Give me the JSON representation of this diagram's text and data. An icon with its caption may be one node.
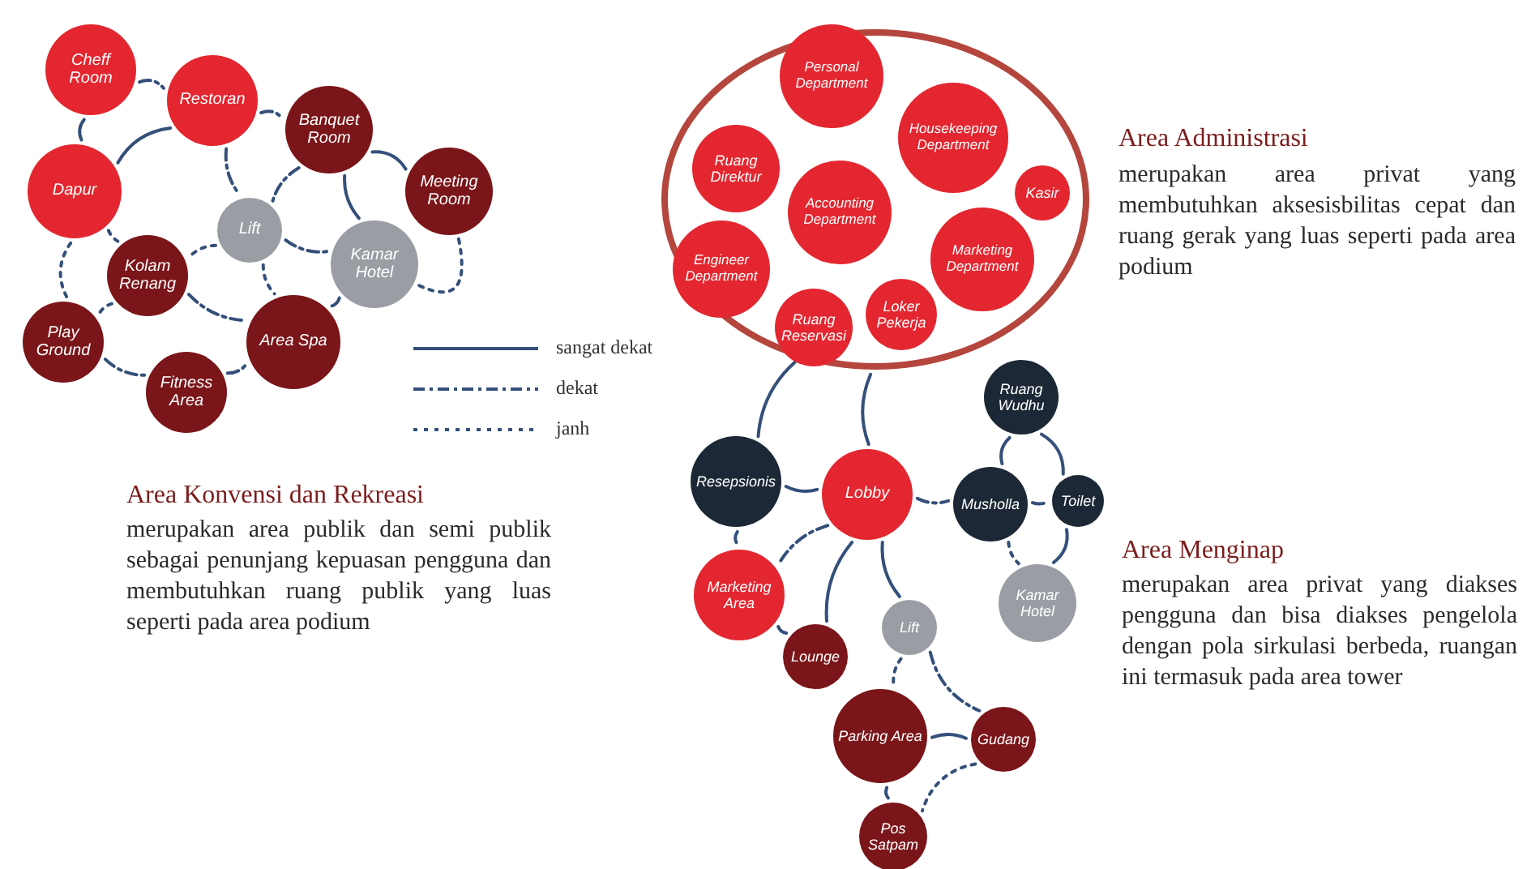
{
  "diagram": {
    "nodes": [
      {
        "text": [
          "Cheff Room"
        ]
      },
      {
        "text": [
          "Restoran"
        ]
      },
      {
        "text": [
          "Banquet Room"
        ]
      },
      {
        "text": [
          "Meeting Room"
        ]
      },
      {
        "text": [
          "Dapur"
        ]
      },
      {
        "text": [
          "Lift"
        ]
      },
      {
        "text": [
          "Kamar Hotel"
        ]
      },
      {
        "text": [
          "Kolam Renang"
        ]
      },
      {
        "text": [
          "Play Ground"
        ]
      },
      {
        "text": [
          "Area Spa"
        ]
      },
      {
        "text": [
          "Fitness Area"
        ]
      },
      {
        "text": [],
        "shape": "ellipse"
      },
      {
        "text": [
          "Personal Department"
        ],
        "in": 11
      },
      {
        "text": [
          "Ruang Direktur"
        ],
        "in": 11
      },
      {
        "text": [
          "Housekeeping Department"
        ],
        "in": 11
      },
      {
        "text": [
          "Accounting Department"
        ],
        "in": 11
      },
      {
        "text": [
          "Kasir"
        ],
        "in": 11
      },
      {
        "text": [
          "Engineer Department"
        ],
        "in": 11
      },
      {
        "text": [
          "Marketing Department"
        ],
        "in": 11
      },
      {
        "text": [
          "Ruang Reservasi"
        ],
        "in": 11
      },
      {
        "text": [
          "Loker Pekerja"
        ],
        "in": 11
      },
      {
        "text": [
          "Ruang Wudhu"
        ]
      },
      {
        "text": [
          "Resepsionis"
        ]
      },
      {
        "text": [
          "Lobby"
        ]
      },
      {
        "text": [
          "Musholla"
        ]
      },
      {
        "text": [
          "Toilet"
        ]
      },
      {
        "text": [
          "Marketing Area"
        ]
      },
      {
        "text": [
          "Kamar Hotel"
        ]
      },
      {
        "text": [
          "Lift"
        ]
      },
      {
        "text": [
          "Lounge"
        ]
      },
      {
        "text": [
          "Parking Area"
        ]
      },
      {
        "text": [
          "Gudang"
        ]
      },
      {
        "text": [
          "Pos Satpam"
        ]
      }
    ],
    "edges": [
      {
        "from": 0,
        "to": 1,
        "arrow": "none",
        "style": "dashed"
      },
      {
        "from": 1,
        "to": 2,
        "arrow": "none",
        "style": "dashed"
      },
      {
        "from": 2,
        "to": 3,
        "arrow": "none"
      },
      {
        "from": 0,
        "to": 4,
        "arrow": "none"
      },
      {
        "from": 1,
        "to": 4,
        "arrow": "none"
      },
      {
        "from": 1,
        "to": 5,
        "arrow": "none",
        "style": "dashed"
      },
      {
        "from": 2,
        "to": 5,
        "arrow": "none",
        "style": "dashed"
      },
      {
        "from": 2,
        "to": 6,
        "arrow": "none"
      },
      {
        "from": 5,
        "to": 6,
        "arrow": "none",
        "style": "dashed"
      },
      {
        "from": 5,
        "to": 7,
        "arrow": "none",
        "style": "dashed"
      },
      {
        "from": 3,
        "to": 6,
        "arrow": "none",
        "style": "dashed"
      },
      {
        "from": 4,
        "to": 8,
        "arrow": "none",
        "style": "dashed"
      },
      {
        "from": 4,
        "to": 7,
        "arrow": "none",
        "style": "dashed"
      },
      {
        "from": 7,
        "to": 8,
        "arrow": "none",
        "style": "dashed"
      },
      {
        "from": 7,
        "to": 9,
        "arrow": "none",
        "style": "dashed"
      },
      {
        "from": 5,
        "to": 9,
        "arrow": "none",
        "style": "dashed"
      },
      {
        "from": 6,
        "to": 9,
        "arrow": "none",
        "style": "dashed"
      },
      {
        "from": 8,
        "to": 10,
        "arrow": "none",
        "style": "dashed"
      },
      {
        "from": 10,
        "to": 9,
        "arrow": "none",
        "style": "dashed"
      },
      {
        "from": 11,
        "to": 22,
        "arrow": "none"
      },
      {
        "from": 11,
        "to": 23,
        "arrow": "none"
      },
      {
        "from": 22,
        "to": 23,
        "arrow": "none"
      },
      {
        "from": 22,
        "to": 26,
        "arrow": "none",
        "style": "dashed"
      },
      {
        "from": 23,
        "to": 26,
        "arrow": "none",
        "style": "dashed"
      },
      {
        "from": 23,
        "to": 24,
        "arrow": "none",
        "style": "dashed"
      },
      {
        "from": 23,
        "to": 29,
        "arrow": "none"
      },
      {
        "from": 23,
        "to": 28,
        "arrow": "none"
      },
      {
        "from": 24,
        "to": 21,
        "arrow": "none"
      },
      {
        "from": 21,
        "to": 25,
        "arrow": "none"
      },
      {
        "from": 24,
        "to": 25,
        "arrow": "none",
        "style": "dashed"
      },
      {
        "from": 24,
        "to": 27,
        "arrow": "none",
        "style": "dashed"
      },
      {
        "from": 25,
        "to": 27,
        "arrow": "none"
      },
      {
        "from": 26,
        "to": 29,
        "arrow": "none",
        "style": "dashed"
      },
      {
        "from": 28,
        "to": 30,
        "arrow": "none",
        "style": "dashed"
      },
      {
        "from": 28,
        "to": 31,
        "arrow": "none",
        "style": "dashed"
      },
      {
        "from": 30,
        "to": 31,
        "arrow": "none"
      },
      {
        "from": 30,
        "to": 32,
        "arrow": "none"
      },
      {
        "from": 31,
        "to": 32,
        "arrow": "none",
        "style": "dashed"
      }
    ],
    "labels": [
      "Area Administrasi",
      "merupakan area privat yang membutuhkan aksesisbilitas cepat dan ruang gerak yang luas seperti pada area podium",
      "Area Konvensi dan Rekreasi",
      "merupakan area publik dan semi publik sebagai penunjang kepuasan pengguna dan membutuhkan ruang publik yang luas seperti pada area podium",
      "Area Menginap",
      "merupakan area privat yang diakses pengguna dan bisa diakses pengelola dengan pola sirkulasi berbeda, ruangan ini termasuk pada area tower"
    ],
    "legend": [
      {
        "text": "sangat dekat"
      },
      {
        "text": "dekat"
      },
      {
        "text": "janh"
      }
    ]
  }
}
